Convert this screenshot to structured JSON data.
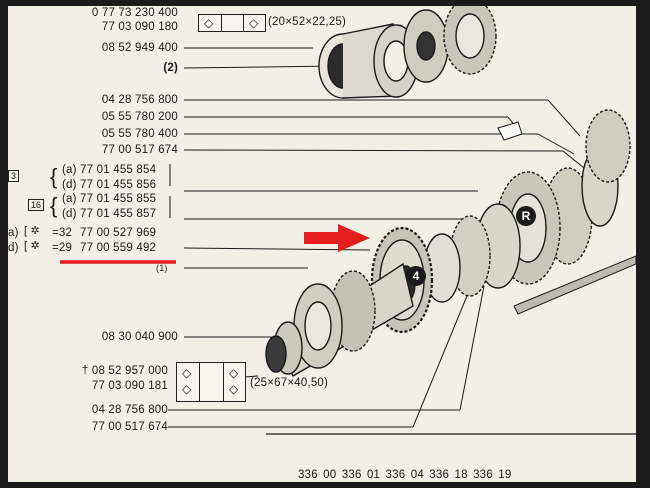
{
  "refs": {
    "top_partial": "0 77 73 230 400",
    "top_2": "77 03 090 180",
    "seal_size_top": "(20×52×22,25)",
    "ref_949": "08 52 949 400",
    "marker_2": "(2)",
    "ref_800": "04 28 756 800",
    "ref_200": "05 55 780 200",
    "ref_400": "05 55 780 400",
    "ref_674": "77 00 517 674",
    "ref_854": "(a) 77 01 455 854",
    "ref_856": "(d) 77 01 455 856",
    "ref_855": "(a) 77 01 455 855",
    "ref_857": "(d) 77 01 455 857",
    "ref_969": "77 00 527 969",
    "ref_492": "77 00 559 492",
    "teeth_32": "=32",
    "teeth_29": "=29",
    "pref_a": "a)",
    "pref_d": "d)",
    "tag_3": "3",
    "tag_16": "16",
    "marker_1": "(1)",
    "ref_900": "08 30 040 900",
    "ref_000": "† 08 52 957 000",
    "ref_181": "77 03 090 181",
    "seal_size_bottom": "(25×67×40,50)",
    "ref_800_b": "04 28 756 800",
    "ref_674_b": "77 00 517 674",
    "badge_R": "R",
    "badge_4": "4",
    "bottom_numbers": "336 00    336 01    336 04    336 18    336 19"
  },
  "colors": {
    "paper": "#f1efe6",
    "ink": "#1a1a1a",
    "highlight": "#e41e1e"
  }
}
